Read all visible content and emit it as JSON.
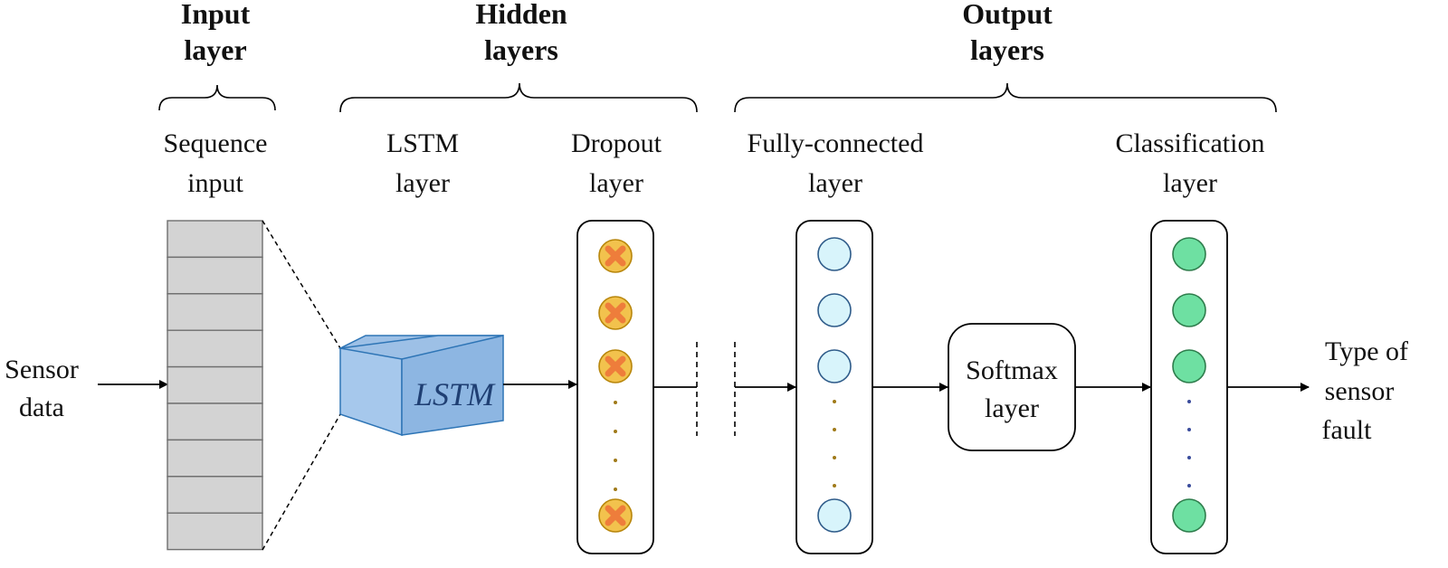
{
  "groups": {
    "input": {
      "line1": "Input",
      "line2": "layer"
    },
    "hidden": {
      "line1": "Hidden",
      "line2": "layers"
    },
    "output": {
      "line1": "Output",
      "line2": "layers"
    }
  },
  "layers": {
    "sequence_input": {
      "line1": "Sequence",
      "line2": "input"
    },
    "lstm": {
      "line1": "LSTM",
      "line2": "layer"
    },
    "dropout": {
      "line1": "Dropout",
      "line2": "layer"
    },
    "fully_connected": {
      "line1": "Fully-connected",
      "line2": "layer"
    },
    "classification": {
      "line1": "Classification",
      "line2": "layer"
    }
  },
  "lstm_block_label": "LSTM",
  "softmax": {
    "line1": "Softmax",
    "line2": "layer"
  },
  "input_label": {
    "line1": "Sensor",
    "line2": "data"
  },
  "output_label": {
    "line1": "Type of",
    "line2": "sensor",
    "line3": "fault"
  },
  "colors": {
    "input_cell": "#d3d3d3",
    "lstm_front": "#a6c8ec",
    "lstm_top": "#9dc0e6",
    "lstm_side": "#8db6e2",
    "lstm_edge": "#2e75b6",
    "dropout_fill": "#f2c24d",
    "dropout_x": "#ee7d3b",
    "fc_node": "#d8f4fb",
    "fc_edge": "#2f5c8a",
    "class_node": "#6ee0a2",
    "class_edge": "#2e7d4c",
    "fc_dots": "#a07a19",
    "class_dots": "#3a4c9c"
  },
  "icons": {
    "dropout_unit": "dropped-neuron-x-icon",
    "arrow": "arrow-right-icon"
  }
}
